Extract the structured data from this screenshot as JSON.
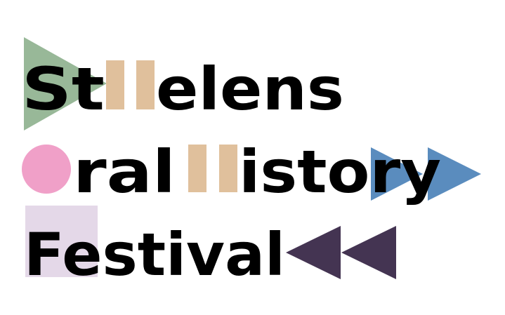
{
  "logo": {
    "line1": {
      "text_a": "St",
      "text_b": "elens"
    },
    "line2": {
      "text_b": "ral",
      "text_c": "istory"
    },
    "line3": {
      "text": "Festival"
    }
  },
  "colors": {
    "background": "#ffffff",
    "text": "#000000",
    "green_triangle": "#98b898",
    "tan_bars": "#e0c09c",
    "pink_circle": "#f0a0c8",
    "blue_triangles": "#5a8cbe",
    "lilac_square": "#e4d8e8",
    "purple_triangles": "#443452"
  },
  "shapes": {
    "line1_mark": "play-triangle",
    "line1_letter_shape": "double-bar",
    "line2_letter_shape": "circle",
    "line2_mid_letter_shape": "double-bar",
    "line2_mark": "fast-forward-triangles",
    "line3_letter_shape": "square",
    "line3_mark": "rewind-triangles"
  }
}
